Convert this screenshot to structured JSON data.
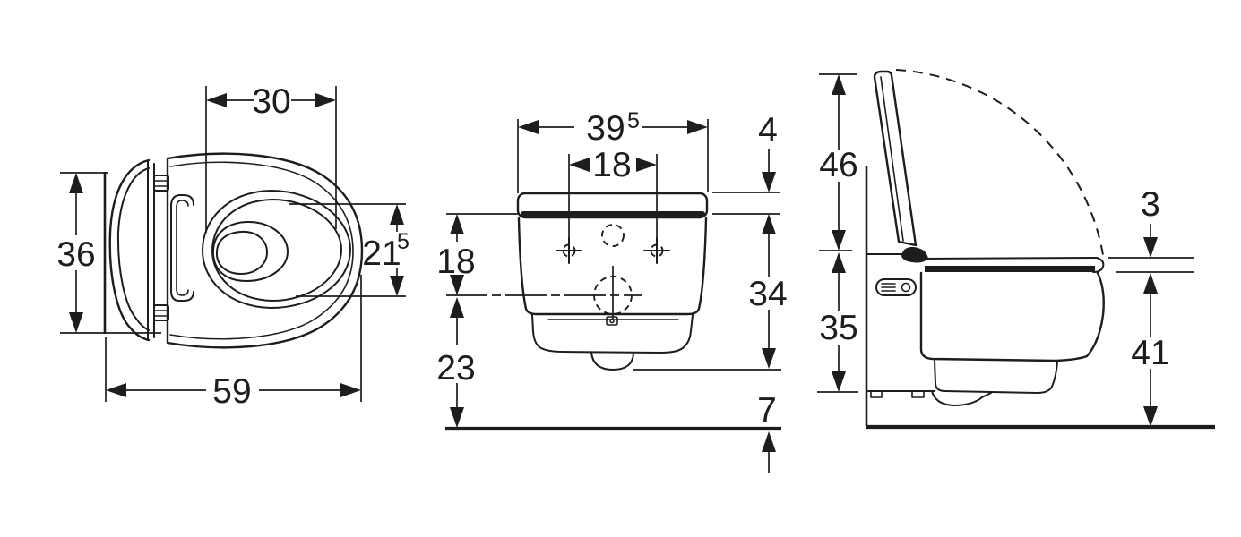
{
  "meta": {
    "background_color": "#ffffff",
    "ink_color": "#1d1d1d",
    "drawing_type": "wall-hung shower toilet dimension drawing"
  },
  "views": {
    "top": {
      "dims": {
        "seat_width": {
          "value": "30"
        },
        "depth": {
          "value": "36"
        },
        "length": {
          "value": "59"
        },
        "opening_length": {
          "value": "21",
          "sup": "5"
        }
      }
    },
    "front": {
      "dims": {
        "width": {
          "value": "39",
          "sup": "5"
        },
        "fixing_spacing": {
          "value": "18"
        },
        "lid_height": {
          "value": "4"
        },
        "rim_to_nozzle": {
          "value": "18"
        },
        "body_height": {
          "value": "34"
        },
        "nozzle_to_floor": {
          "value": "23"
        },
        "outlet_clearance": {
          "value": "7"
        }
      }
    },
    "side": {
      "dims": {
        "open_lid_height": {
          "value": "46"
        },
        "under_unit_height": {
          "value": "35"
        },
        "seat_thickness": {
          "value": "3"
        },
        "rim_height": {
          "value": "41"
        }
      }
    }
  }
}
